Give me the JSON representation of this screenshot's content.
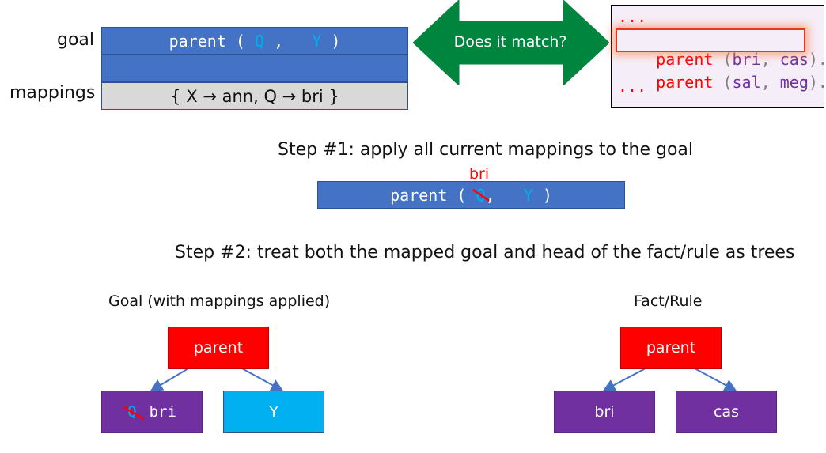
{
  "labels": {
    "goal": "goal",
    "mappings": "mappings"
  },
  "goal_bar": {
    "predicate": "parent",
    "open": "(",
    "arg1": "Q",
    "comma": ",",
    "arg2": "Y",
    "close": ")"
  },
  "mappings_bar": {
    "text": "{ X → ann, Q → bri }"
  },
  "arrow": {
    "label": "Does it match?"
  },
  "facts": {
    "ellipsis_top": "...",
    "fact1": {
      "predicate": "parent",
      "open": "(",
      "arg1": "bri",
      "comma": ",",
      "arg2": "cas",
      "close": ")."
    },
    "fact2": {
      "predicate": "parent",
      "open": "(",
      "arg1": "sal",
      "comma": ",",
      "arg2": "meg",
      "close": ")."
    },
    "ellipsis_bottom": "..."
  },
  "step1": {
    "text": "Step #1: apply all current mappings to the goal",
    "replacement": "bri",
    "bar": {
      "predicate": "parent",
      "open": "(",
      "struck_arg": "Q",
      "comma": ",",
      "arg2": "Y",
      "close": ")"
    }
  },
  "step2": {
    "text": "Step #2: treat both the mapped goal and head of the fact/rule as trees"
  },
  "left_tree": {
    "title": "Goal (with mappings applied)",
    "root": "parent",
    "child1_struck": "Q",
    "child1": "bri",
    "child2": "Y"
  },
  "right_tree": {
    "title": "Fact/Rule",
    "root": "parent",
    "child1": "bri",
    "child2": "cas"
  },
  "colors": {
    "bar_blue": "#4472c4",
    "map_gray": "#d9d9d9",
    "arrow_green": "#00853f",
    "node_red": "#ff0000",
    "node_purple": "#7030a0",
    "node_cyan": "#00b0f0",
    "variable_cyan": "#00b0f0",
    "highlight": "#e03a1e"
  }
}
